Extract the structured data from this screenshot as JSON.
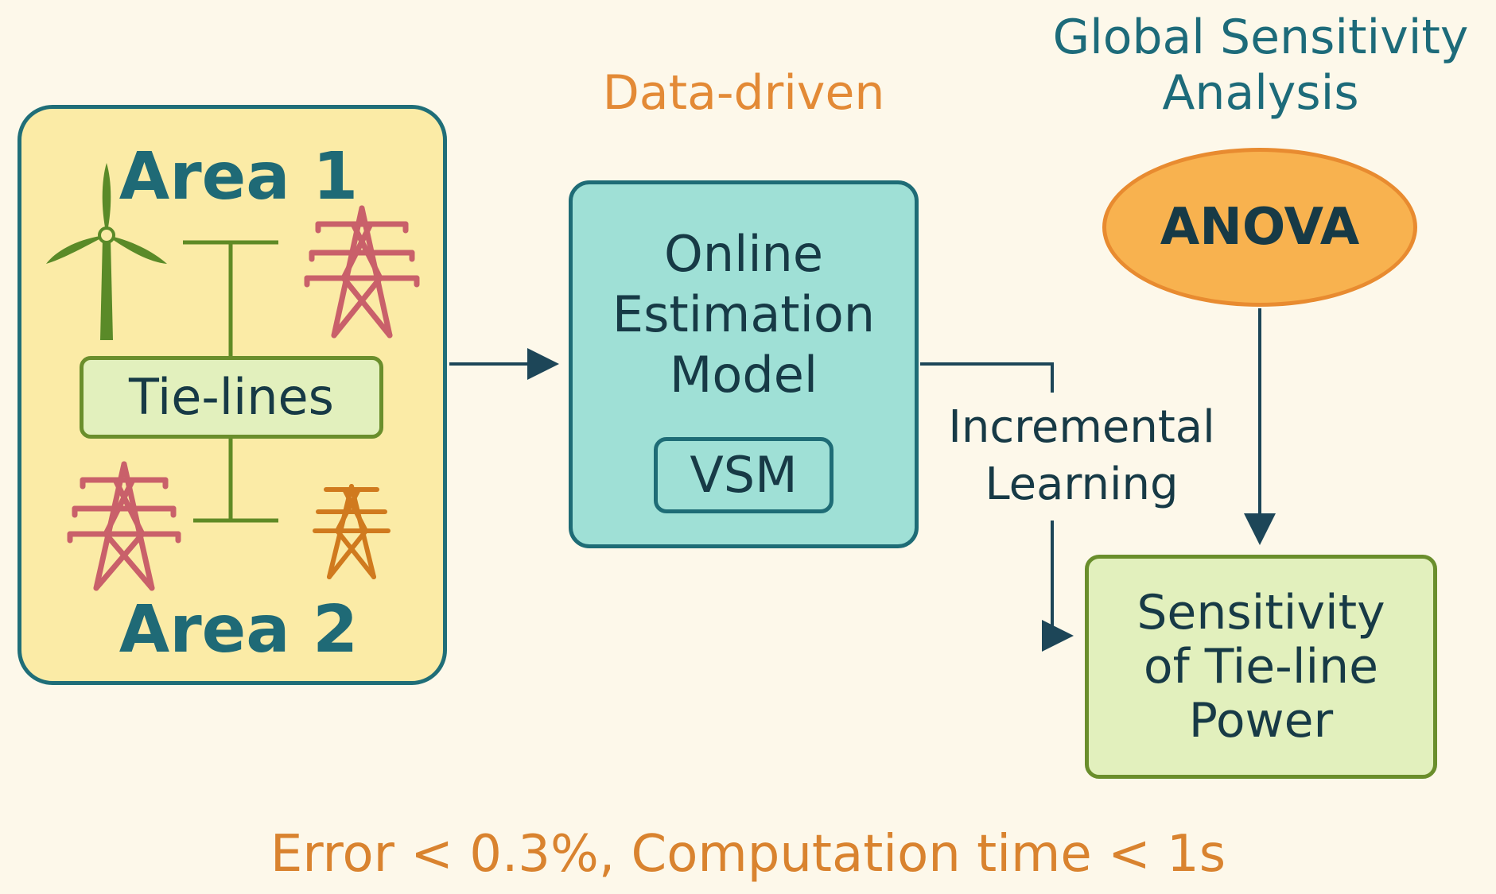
{
  "header": {
    "global_sensitivity_line1": "Global Sensitivity",
    "global_sensitivity_line2": "Analysis",
    "data_driven": "Data-driven"
  },
  "areas": {
    "area1": "Area 1",
    "area2": "Area 2",
    "tie_lines": "Tie-lines"
  },
  "model": {
    "line1": "Online",
    "line2": "Estimation",
    "line3": "Model",
    "vsm": "VSM"
  },
  "anova": "ANOVA",
  "incremental": {
    "line1": "Incremental",
    "line2": "Learning"
  },
  "sensitivity": {
    "line1": "Sensitivity",
    "line2": "of Tie-line",
    "line3": "Power"
  },
  "footer": "Error < 0.3%, Computation time < 1s",
  "icons": [
    "wind-turbine-icon",
    "transmission-tower-icon"
  ],
  "colors": {
    "background": "#fdf8ea",
    "area_fill": "#fbeba6",
    "teal": "#1f6e78",
    "model_fill": "#9fe0d6",
    "anova_fill": "#f8b24f",
    "green_fill": "#e2f0bd",
    "green_stroke": "#6a8e2c",
    "orange_text": "#e38a36",
    "tower_red": "#c9606a",
    "tower_orange": "#d07a1e",
    "navy_text": "#173a46"
  }
}
